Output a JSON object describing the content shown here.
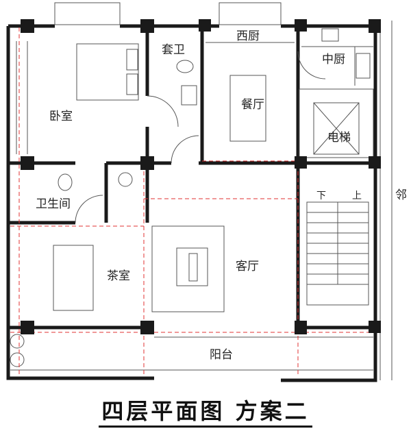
{
  "plan": {
    "title": "四层平面图",
    "scheme": "方案二",
    "neighbor_label": "邻",
    "rooms": {
      "bedroom": "卧室",
      "ensuite_bath": "套卫",
      "western_kitchen": "西厨",
      "dining": "餐厅",
      "chinese_kitchen": "中厨",
      "elevator": "电梯",
      "bathroom": "卫生间",
      "living": "客厅",
      "tea_room": "茶室",
      "balcony": "阳台"
    },
    "stair": {
      "down": "下",
      "up": "上"
    }
  },
  "colors": {
    "wall": "#1a1a1a",
    "line": "#555555",
    "axis": "#e03030",
    "pillar": "#1a1a1a"
  }
}
